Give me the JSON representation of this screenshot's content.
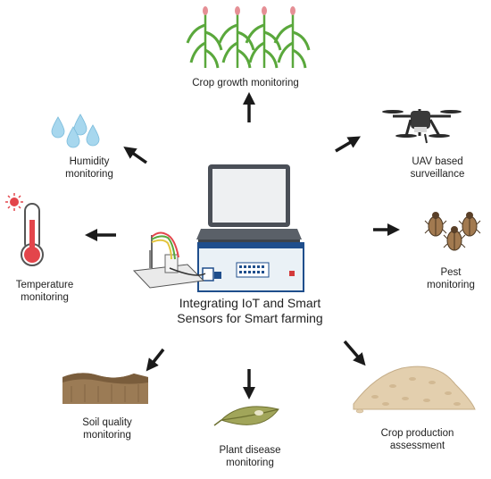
{
  "center": {
    "line1": "Integrating IoT and Smart",
    "line2": "Sensors for Smart farming"
  },
  "nodes": {
    "crop_growth": {
      "label": "Crop growth monitoring"
    },
    "humidity": {
      "line1": "Humidity",
      "line2": "monitoring"
    },
    "uav": {
      "line1": "UAV based",
      "line2": "surveillance"
    },
    "temperature": {
      "line1": "Temperature",
      "line2": "monitoring"
    },
    "pest": {
      "line1": "Pest",
      "line2": "monitoring"
    },
    "soil": {
      "line1": "Soil quality",
      "line2": "monitoring"
    },
    "plant_disease": {
      "line1": "Plant disease",
      "line2": "monitoring"
    },
    "crop_production": {
      "line1": "Crop production",
      "line2": "assessment"
    }
  },
  "colors": {
    "arrow": "#1a1a1a",
    "laptop_body": "#4a4f57",
    "screen": "#eef0f2",
    "instrument_body": "#eaf1f6",
    "instrument_panel": "#1f4e8c",
    "crop_leaf": "#5aa83c",
    "corn_tassel": "#e58f95",
    "water_drop": "#a7d7ee",
    "thermometer_red": "#e3454b",
    "pest_brown": "#a27a50",
    "soil_brown": "#9b7b55",
    "leaf_olive": "#a1a55a",
    "grain": "#e3cfae"
  }
}
